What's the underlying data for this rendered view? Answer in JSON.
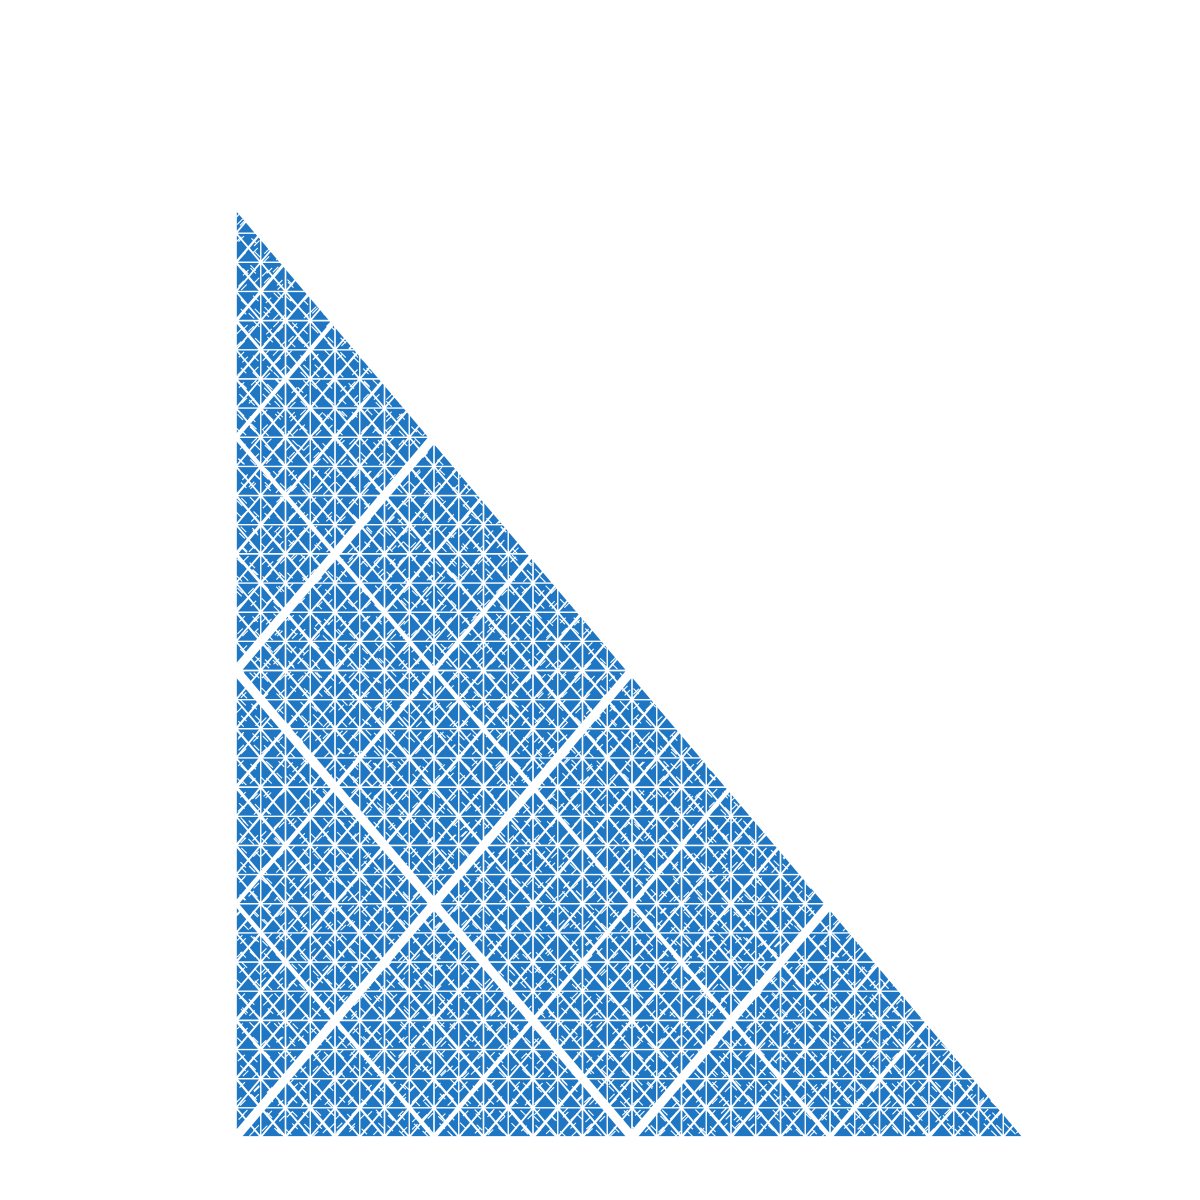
{
  "figure": {
    "kind": "fractal-tiling",
    "shape": "right-triangle",
    "right_angle_corner": "bottom-left",
    "fill_color": "#1f77c4",
    "background_color": "#ffffff",
    "axes_visible": false,
    "recursion_depth": 5
  }
}
